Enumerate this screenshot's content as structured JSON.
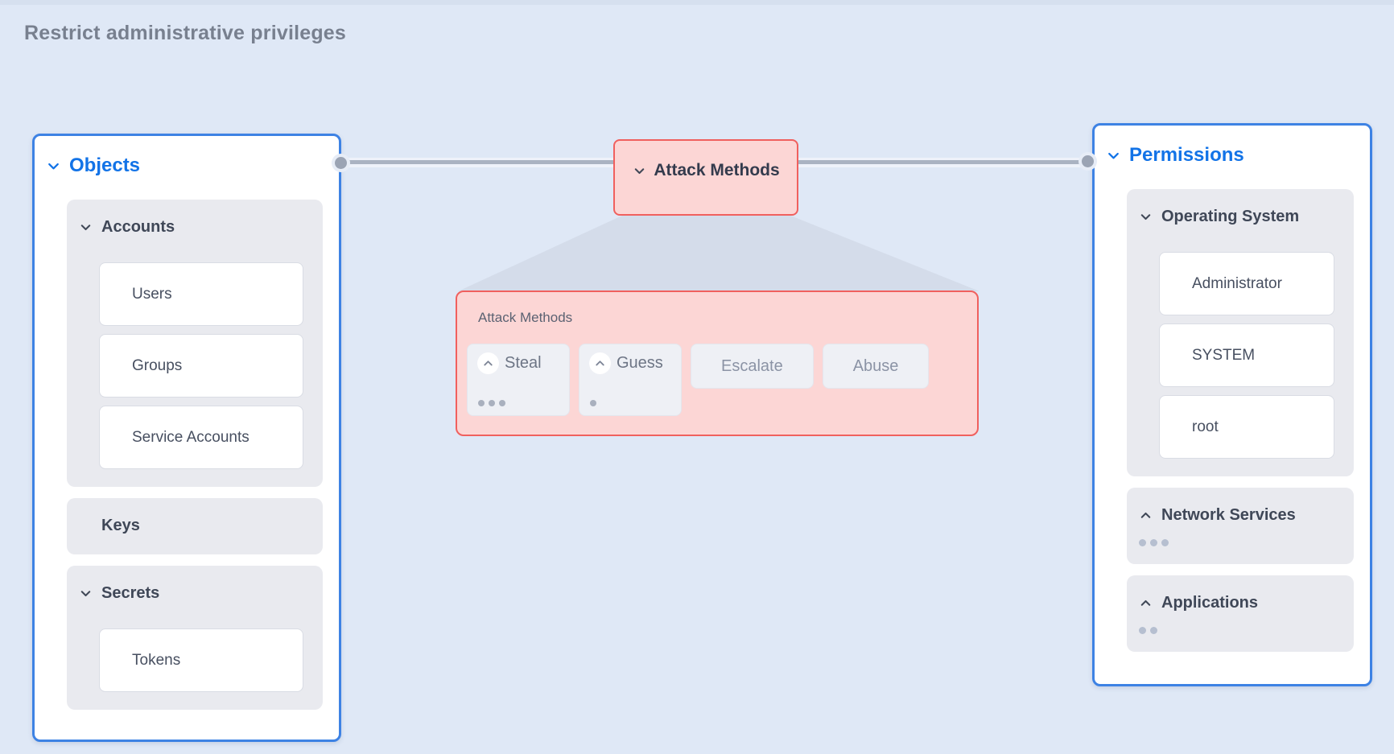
{
  "page": {
    "title": "Restrict administrative privileges"
  },
  "colors": {
    "background": "#dfe8f6",
    "accent_blue": "#1273e7",
    "panel_border_blue": "#3d82e4",
    "danger_border": "#f0605e",
    "danger_fill": "#fcd6d5",
    "section_gray": "#e9eaef",
    "beam_gray_blue": "#d4dcea",
    "connector_gray": "#aab3c2",
    "text_dark": "#3f4757",
    "text_muted": "#78808f"
  },
  "objects_panel": {
    "title": "Objects",
    "sections": [
      {
        "label": "Accounts",
        "chevron": "down",
        "items": [
          "Users",
          "Groups",
          "Service Accounts"
        ],
        "dots": 0
      },
      {
        "label": "Keys",
        "chevron": "none",
        "items": [],
        "dots": 0
      },
      {
        "label": "Secrets",
        "chevron": "down",
        "items": [
          "Tokens"
        ],
        "dots": 0
      }
    ]
  },
  "attack_node": {
    "label": "Attack Methods"
  },
  "attack_panel": {
    "label": "Attack Methods",
    "methods": [
      {
        "label": "Steal",
        "chevron": "up",
        "dots": 3
      },
      {
        "label": "Guess",
        "chevron": "up",
        "dots": 1
      },
      {
        "label": "Escalate",
        "chevron": "none",
        "dots": 0
      },
      {
        "label": "Abuse",
        "chevron": "none",
        "dots": 0
      }
    ]
  },
  "permissions_panel": {
    "title": "Permissions",
    "sections": [
      {
        "label": "Operating System",
        "chevron": "down",
        "items": [
          "Administrator",
          "SYSTEM",
          "root"
        ],
        "dots": 0
      },
      {
        "label": "Network Services",
        "chevron": "up",
        "items": [],
        "dots": 3
      },
      {
        "label": "Applications",
        "chevron": "up",
        "items": [],
        "dots": 2
      }
    ]
  }
}
